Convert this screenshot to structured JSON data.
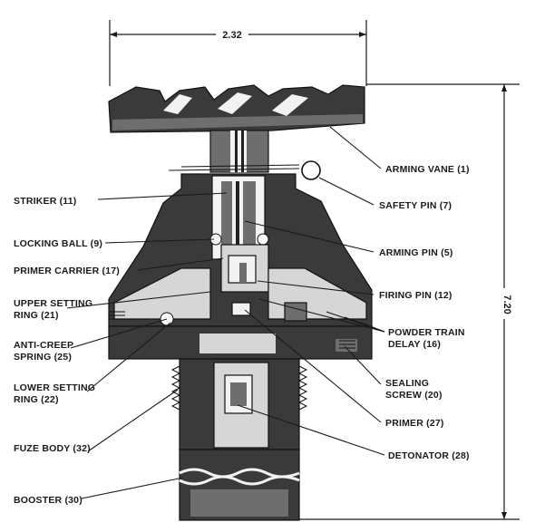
{
  "dimensions": {
    "width_label": "2.32",
    "height_label": "7.20"
  },
  "labels": {
    "left": [
      {
        "id": "striker",
        "lines": [
          "STRIKER (11)"
        ]
      },
      {
        "id": "locking_ball",
        "lines": [
          "LOCKING BALL (9)"
        ]
      },
      {
        "id": "primer_carrier",
        "lines": [
          "PRIMER CARRIER (17)"
        ]
      },
      {
        "id": "upper_setting_ring",
        "lines": [
          "UPPER SETTING",
          "RING (21)"
        ]
      },
      {
        "id": "anti_creep_spring",
        "lines": [
          "ANTI-CREEP",
          "SPRING (25)"
        ]
      },
      {
        "id": "lower_setting_ring",
        "lines": [
          "LOWER SETTING",
          "RING (22)"
        ]
      },
      {
        "id": "fuze_body",
        "lines": [
          "FUZE BODY (32)"
        ]
      },
      {
        "id": "booster",
        "lines": [
          "BOOSTER (30)"
        ]
      }
    ],
    "right": [
      {
        "id": "arming_vane",
        "lines": [
          "ARMING VANE (1)"
        ]
      },
      {
        "id": "safety_pin",
        "lines": [
          "SAFETY PIN (7)"
        ]
      },
      {
        "id": "arming_pin",
        "lines": [
          "ARMING PIN (5)"
        ]
      },
      {
        "id": "firing_pin",
        "lines": [
          "FIRING PIN (12)"
        ]
      },
      {
        "id": "powder_train_delay",
        "lines": [
          "POWDER TRAIN",
          "DELAY (16)"
        ]
      },
      {
        "id": "sealing_screw",
        "lines": [
          "SEALING",
          "SCREW (20)"
        ]
      },
      {
        "id": "primer",
        "lines": [
          "PRIMER (27)"
        ]
      },
      {
        "id": "detonator",
        "lines": [
          "DETONATOR (28)"
        ]
      }
    ]
  }
}
